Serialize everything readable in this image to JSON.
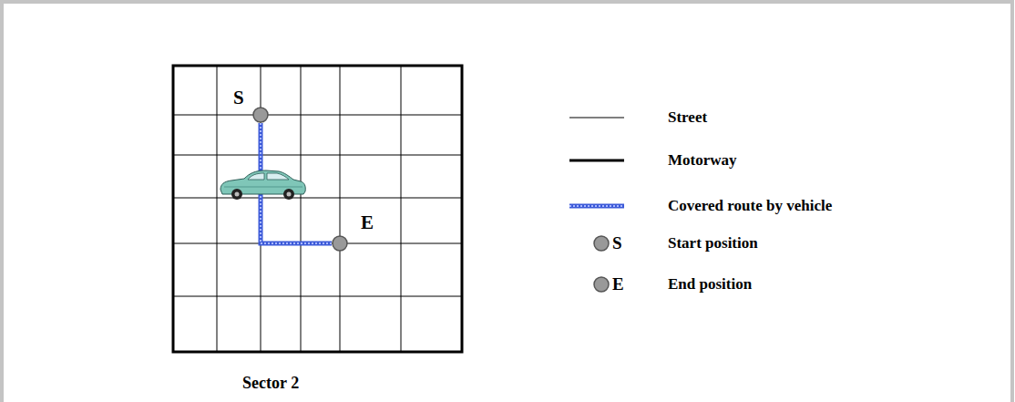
{
  "diagram": {
    "nodes": [
      {
        "text": [
          "S"
        ]
      },
      {
        "text": [
          "E"
        ]
      }
    ],
    "edges": [
      {
        "from": 0,
        "to": 1,
        "arrow": "none"
      }
    ],
    "labels": [
      "Sector 2",
      "S",
      "E"
    ],
    "legend": [
      {
        "text": "Street"
      },
      {
        "text": "Motorway"
      },
      {
        "text": "Covered route by vehicle"
      },
      {
        "text": "Start position"
      },
      {
        "text": "End position"
      }
    ]
  }
}
